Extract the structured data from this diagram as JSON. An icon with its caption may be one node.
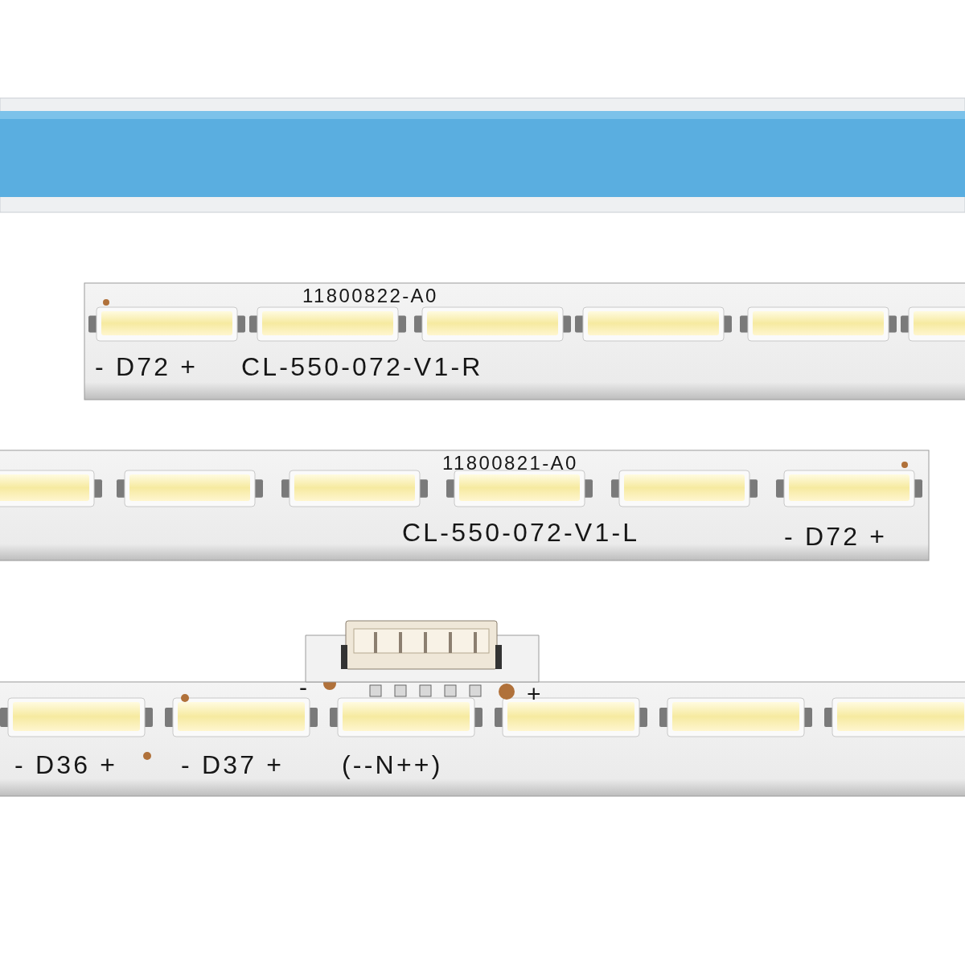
{
  "diagram": {
    "labels": [
      "11800822-A0",
      "- D72 +",
      "CL-550-072-V1-R",
      "11800821-A0",
      "CL-550-072-V1-L",
      "- D72 +",
      "-",
      "+",
      "- D36 +",
      "- D37 +",
      "(--N++)"
    ]
  }
}
